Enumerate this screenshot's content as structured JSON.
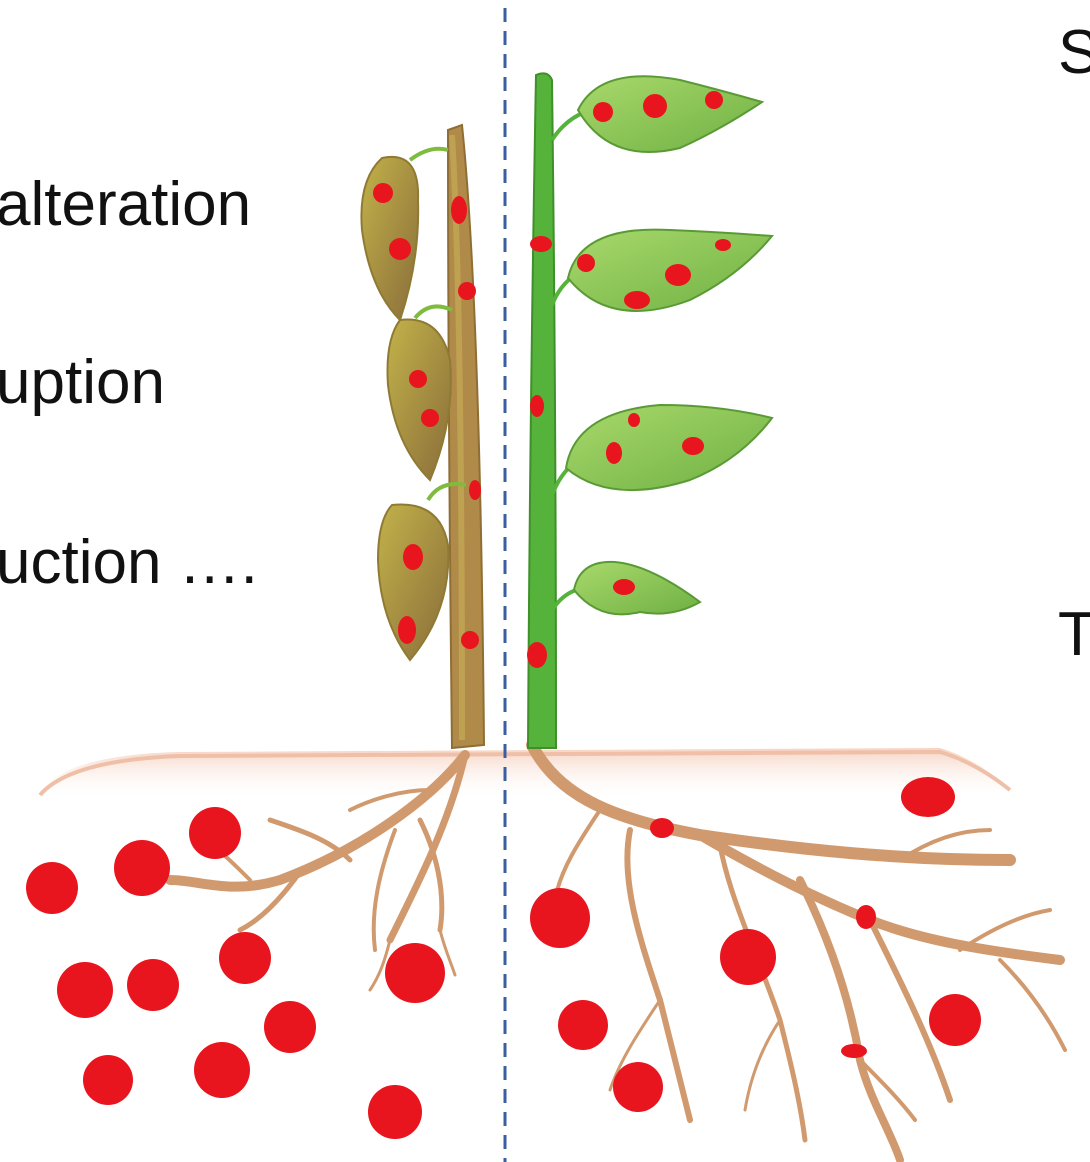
{
  "labels": {
    "left": [
      "alteration",
      "uption",
      "uction …."
    ],
    "right_top": "S",
    "right_mid": "T"
  },
  "colors": {
    "particle": "#e8151e",
    "healthy_leaf": "#8fcc56",
    "healthy_stem": "#55b23a",
    "wilted_leaf": "#a89a3a",
    "wilted_stem": "#b08a48",
    "root": "#d19a6e",
    "soil": "#f2c9b6",
    "divider": "#3a5fa0"
  },
  "icons": {
    "left_plant": "wilted-plant-icon",
    "right_plant": "healthy-plant-icon",
    "particles": "nanoparticle-dot-icon"
  }
}
